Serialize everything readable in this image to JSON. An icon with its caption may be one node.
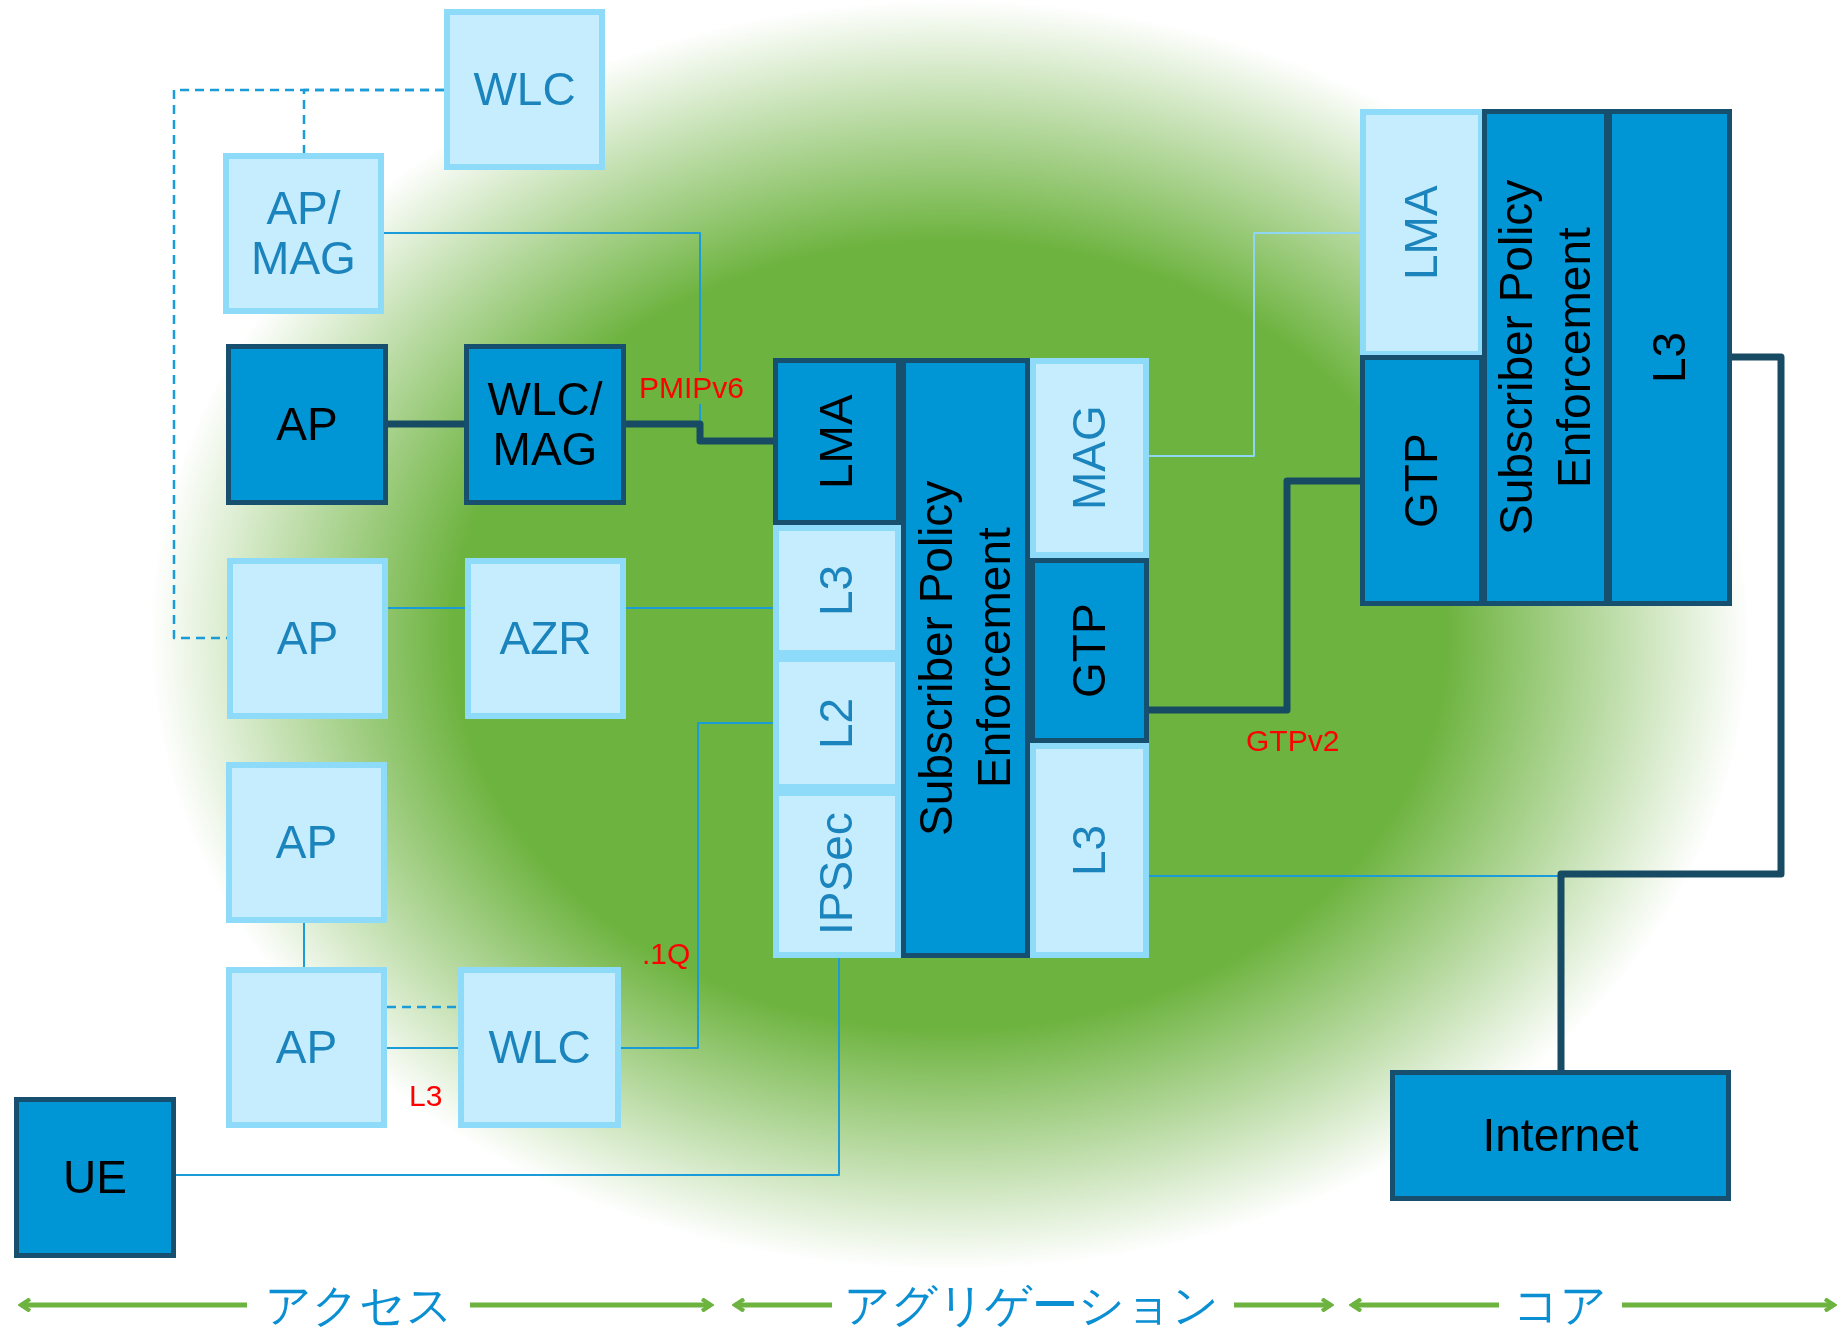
{
  "diagram": {
    "nodes": [
      {
        "text": [
          "WLC"
        ]
      },
      {
        "text": [
          "AP/ MAG"
        ]
      },
      {
        "text": [
          "AP"
        ]
      },
      {
        "text": [
          "WLC/ MAG"
        ]
      },
      {
        "text": [
          "AP"
        ]
      },
      {
        "text": [
          "AZR"
        ]
      },
      {
        "text": [
          "AP"
        ]
      },
      {
        "text": [
          "AP"
        ]
      },
      {
        "text": [
          "WLC"
        ]
      },
      {
        "text": [
          "UE"
        ]
      },
      {
        "text": [
          "LMA"
        ]
      },
      {
        "text": [
          "L3"
        ]
      },
      {
        "text": [
          "L2"
        ]
      },
      {
        "text": [
          "IPSec"
        ]
      },
      {
        "text": [
          "Subscriber Policy Enforcement"
        ]
      },
      {
        "text": [
          "MAG"
        ]
      },
      {
        "text": [
          "GTP"
        ]
      },
      {
        "text": [
          "L3"
        ]
      },
      {
        "text": [
          "LMA"
        ]
      },
      {
        "text": [
          "GTP"
        ]
      },
      {
        "text": [
          "Subscriber Policy Enforcement"
        ]
      },
      {
        "text": [
          "L3"
        ]
      },
      {
        "text": [
          "Internet"
        ]
      }
    ],
    "edges": [
      {
        "from": 0,
        "to": 1,
        "arrow": "none",
        "style": "dashed"
      },
      {
        "from": 0,
        "to": 4,
        "arrow": "none",
        "style": "dashed"
      },
      {
        "from": 1,
        "to": 10,
        "arrow": "none"
      },
      {
        "from": 2,
        "to": 3,
        "arrow": "none",
        "style": "thick",
        "color": "#174a63"
      },
      {
        "from": 3,
        "to": 10,
        "arrow": "none",
        "style": "thick",
        "color": "#174a63",
        "label": "PMIPv6"
      },
      {
        "from": 4,
        "to": 5,
        "arrow": "none"
      },
      {
        "from": 5,
        "to": 11,
        "arrow": "none"
      },
      {
        "from": 6,
        "to": 7,
        "arrow": "none"
      },
      {
        "from": 7,
        "to": 8,
        "arrow": "none",
        "style": "dashed"
      },
      {
        "from": 7,
        "to": 8,
        "arrow": "none",
        "label": "L3"
      },
      {
        "from": 8,
        "to": 12,
        "arrow": "none",
        "label": ".1Q"
      },
      {
        "from": 9,
        "to": 13,
        "arrow": "none"
      },
      {
        "from": 15,
        "to": 18,
        "arrow": "none",
        "color": "#8fd6f5"
      },
      {
        "from": 16,
        "to": 19,
        "arrow": "none",
        "style": "thick",
        "color": "#174a63",
        "label": "GTPv2"
      },
      {
        "from": 17,
        "to": 22,
        "arrow": "none"
      },
      {
        "from": 21,
        "to": 22,
        "arrow": "none",
        "style": "thick",
        "color": "#174a63"
      }
    ],
    "labels": [
      "アクセス",
      "アグリゲーション",
      "コア"
    ]
  }
}
